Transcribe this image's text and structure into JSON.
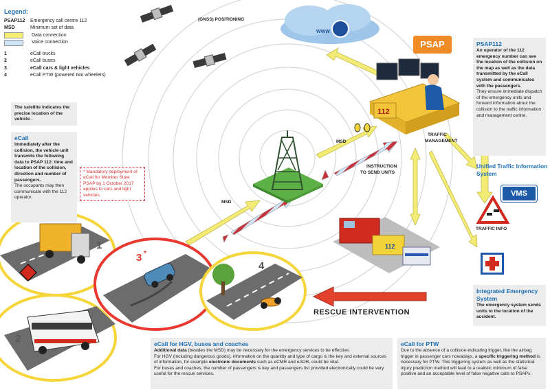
{
  "legend": {
    "title": "Legend:",
    "abbrevs": [
      {
        "key": "PSAP112",
        "desc": "Emergency call centre 112"
      },
      {
        "key": "MSD",
        "desc": "Minimum set of data"
      }
    ],
    "swatches": [
      {
        "desc": "Data connection",
        "color": "#f3ec74"
      },
      {
        "desc": "Voice connection",
        "color": "#cfe4f6"
      }
    ],
    "items": [
      {
        "key": "1",
        "desc": "eCall trucks"
      },
      {
        "key": "2",
        "desc": "eCall buses"
      },
      {
        "key": "3",
        "desc": "eCall cars & light vehicles"
      },
      {
        "key": "4",
        "desc": "eCall PTW (powered two wheelers)"
      }
    ]
  },
  "labels": {
    "gnss": "(GNSS) POSITIONING",
    "www": "WWW",
    "psap": "PSAP",
    "desk_112": "112",
    "traffic_mgmt_1": "TRAFFIC",
    "traffic_mgmt_2": "MANAGEMENT",
    "msd_right": "MSD",
    "msd_left": "MSD",
    "instruction_1": "INSTRUCTION",
    "instruction_2": "TO SEND UNITS",
    "utis": "Unified Traffic Information System",
    "vms": "VMS",
    "traffic_info": "TRAFFIC INFO",
    "rescue": "RESCUE INTERVENTION",
    "amb_112": "112",
    "num_1": "1",
    "num_2": "2",
    "num_3": "3",
    "num_3_mark": "*",
    "num_4": "4"
  },
  "satellite_box": {
    "text": "The satellite indicates the precise location of the vehicle ."
  },
  "ecall_box": {
    "title": "eCall",
    "text": "Immediately after the collision, the vehicle unit transmits the following data to PSAP 112: time and location of the collision, direction and number of passengers.",
    "text2": "The occupants may then communicate with the 112 operator."
  },
  "mandatory_note": "* Mandatory deployment of eCall for Member State PSAP by 1 October 2017 applies to cars and light vehicles.",
  "psap_box": {
    "title": "PSAP112",
    "text": "An operator of the 112 emergency number can see the location of the collision on the map as well as the data transmitted by the eCall system and communicates with the passengers.",
    "text2": "They ensure immediate dispatch of the emergency units and forward information about the collision to the traffic information and management centre."
  },
  "ies_box": {
    "title": "Integrated Emergency System",
    "text": "The emergency system sends units to the location of the accident."
  },
  "hgv_box": {
    "title": "eCall for HGV, buses and coaches",
    "p1_bold": "Additional data",
    "p1_rest": " (besides the MSD) may be necessary for the emergency services to be effective.",
    "p2_a": "For HGV (including dangerous goods), information on the quantity and type of cargo is the key and external sources of information, for example ",
    "p2_bold": "electronic documents",
    "p2_b": " such as eCMR and eADR, could be vital.",
    "p3": "For buses and coaches, the number of passengers is key and passengers list provided electronically could be very useful for the rescue services."
  },
  "ptw_box": {
    "title": "eCall for PTW",
    "p_a": "Due to the absence of a collision-indicating trigger, like the airbag trigger in passenger cars nowadays, a ",
    "p_bold": "specific triggering method",
    "p_b": " is necessary for PTW. This triggering system as well as the statistical injury prediction method will lead to a realistic minimum of false positive and an acceptable level of false negative calls to PSAPs."
  },
  "colors": {
    "data_arrow": "#f3ec74",
    "voice_arrow": "#cfe4f6",
    "voice_stripe": "#c8333b",
    "psap_orange": "#f08a24",
    "accent_blue": "#1c6fb4",
    "rescue_arrow": "#e2412c",
    "highlight_ring": "#e8382f",
    "ring_yellow": "#f5d53a"
  }
}
